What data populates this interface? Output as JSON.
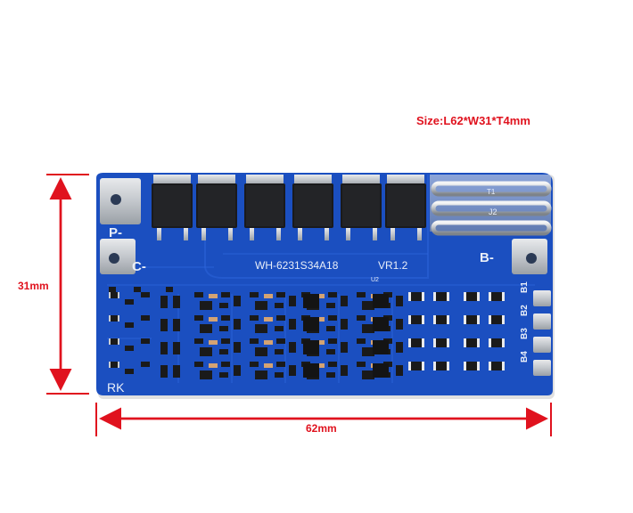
{
  "annotations": {
    "size": "Size:L62*W31*T4mm",
    "height": "31mm",
    "width": "62mm"
  },
  "board": {
    "model": "WH-6231S34A18",
    "version": "VR1.2",
    "pad_p": "P-",
    "pad_c": "C-",
    "pad_b": "B-",
    "cells": [
      "B1",
      "B2",
      "B3",
      "B4"
    ],
    "j1": "T1",
    "j2": "J2",
    "rk": "RK",
    "u2": "U2"
  },
  "colors": {
    "pcb": "#1b4fc0",
    "pcb_dark": "#123a94",
    "dimension": "#e0121e",
    "metal": "#c9ccd0"
  }
}
